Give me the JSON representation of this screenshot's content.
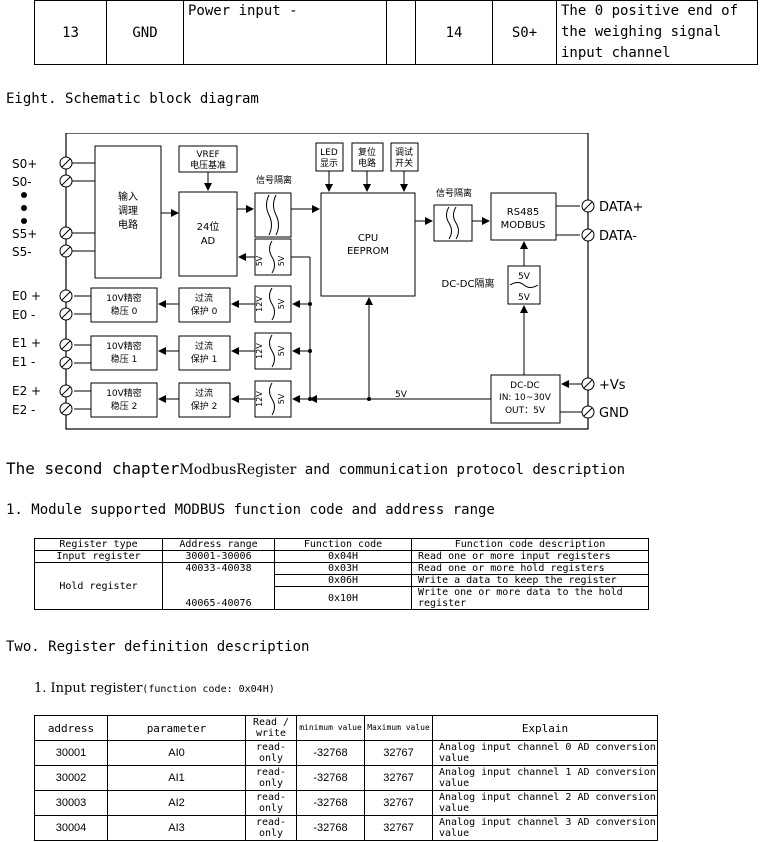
{
  "top_table": {
    "row": [
      "13",
      "GND",
      "Power input -",
      "",
      "14",
      "S0+",
      "The 0 positive end of the weighing signal input channel"
    ]
  },
  "section_eight": "Eight. Schematic block diagram",
  "diagram": {
    "terminals_left": [
      "S0+",
      "S0-",
      "S5+",
      "S5-",
      "E0 +",
      "E0 -",
      "E1 +",
      "E1 -",
      "E2 +",
      "E2 -"
    ],
    "terminals_right": [
      "DATA+",
      "DATA-",
      "+Vs",
      "GND"
    ],
    "input_block": [
      "输入",
      "调理",
      "电路"
    ],
    "ad_block": [
      "24位",
      "AD"
    ],
    "vref_block": [
      "VREF",
      "电压基准"
    ],
    "isolation_label": "信号隔离",
    "led_block": [
      "LED",
      "显示"
    ],
    "reset_block": [
      "复位",
      "电路"
    ],
    "debug_block": [
      "调试",
      "开关"
    ],
    "cpu_block": [
      "CPU",
      "EEPROM"
    ],
    "rs485_block": [
      "RS485",
      "MODBUS"
    ],
    "dcdc_iso_label": "DC-DC隔离",
    "dcdc_block": [
      "DC-DC",
      "IN: 10~30V",
      "OUT：5V"
    ],
    "reg_blocks": [
      [
        "10V精密",
        "稳压 0"
      ],
      [
        "10V精密",
        "稳压 1"
      ],
      [
        "10V精密",
        "稳压 2"
      ]
    ],
    "prot_blocks": [
      [
        "过流",
        "保护 0"
      ],
      [
        "过流",
        "保护 1"
      ],
      [
        "过流",
        "保护 2"
      ]
    ],
    "v5": "5V",
    "v12": "12V",
    "bus_label": "5V"
  },
  "chapter_two": {
    "part1": "The second chapter",
    "part2": "ModbusRegister",
    "part3": " and communication protocol description"
  },
  "section_one": "1. Module supported MODBUS function code and address range",
  "fc_table": {
    "headers": [
      "Register type",
      "Address range",
      "Function code",
      "Function code description"
    ],
    "input_type": "Input register",
    "input_range": "30001-30006",
    "input_code": "0x04H",
    "input_desc": "Read one or more input registers",
    "hold_type": "Hold register",
    "hold_range1": "40033-40038",
    "hold_range2": "40065-40076",
    "hold_rows": [
      {
        "code": "0x03H",
        "desc": "Read one or more hold registers"
      },
      {
        "code": "0x06H",
        "desc": "Write a data to keep the register"
      },
      {
        "code": "0x10H",
        "desc": "Write one or more data to the hold register"
      }
    ]
  },
  "section_two": "Two. Register definition description",
  "subsection_input": {
    "title": "1. Input register",
    "suffix": "(function code: 0x04H)"
  },
  "ir_table": {
    "headers": [
      "address",
      "parameter",
      "Read / write",
      "minimum value",
      "Maximum value",
      "Explain"
    ],
    "rows": [
      {
        "address": "30001",
        "parameter": "AI0",
        "rw": "read-only",
        "min": "-32768",
        "max": "32767",
        "explain": "Analog input channel 0 AD conversion value"
      },
      {
        "address": "30002",
        "parameter": "AI1",
        "rw": "read-only",
        "min": "-32768",
        "max": "32767",
        "explain": "Analog input channel 1 AD conversion value"
      },
      {
        "address": "30003",
        "parameter": "AI2",
        "rw": "read-only",
        "min": "-32768",
        "max": "32767",
        "explain": "Analog input channel 2 AD conversion value"
      },
      {
        "address": "30004",
        "parameter": "AI3",
        "rw": "read-only",
        "min": "-32768",
        "max": "32767",
        "explain": "Analog input channel 3 AD conversion value"
      }
    ]
  }
}
